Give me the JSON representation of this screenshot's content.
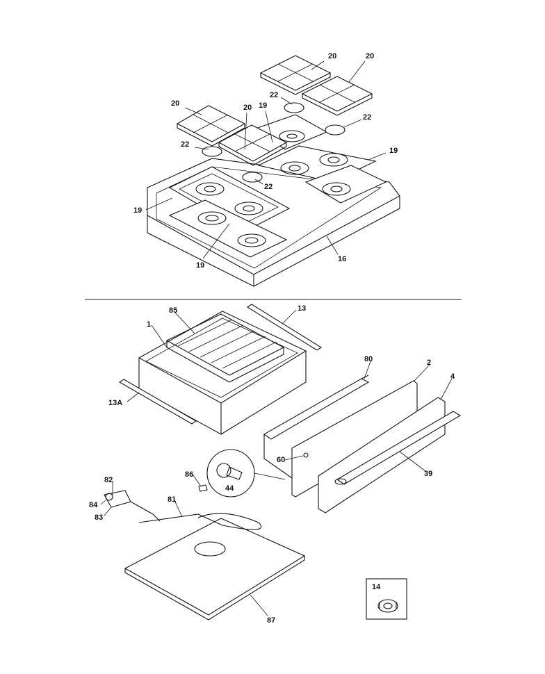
{
  "upper_assembly": {
    "callouts": {
      "grate_a": "20",
      "grate_b": "20",
      "grate_c": "20",
      "grate_d": "20",
      "cap_a": "22",
      "cap_b": "22",
      "cap_c": "22",
      "cap_d": "22",
      "pan_top": "19",
      "pan_right": "19",
      "pan_left": "19",
      "pan_bottom": "19",
      "cooktop": "16"
    }
  },
  "lower_assembly": {
    "callouts": {
      "oven_cavity": "1",
      "oven_rack": "85",
      "rail_right": "13",
      "rail_left": "13A",
      "door_frame": "2",
      "door_outer": "4",
      "door_seal": "80",
      "screw": "60",
      "handle": "39",
      "control_knob": "44",
      "bracket": "86",
      "bake_element": "81",
      "thermostat": "82",
      "bracket_small": "84",
      "screw_small": "83",
      "bottom_panel": "87",
      "inset_knob": "14"
    }
  },
  "colors": {
    "line": "#111111",
    "background": "#ffffff"
  }
}
